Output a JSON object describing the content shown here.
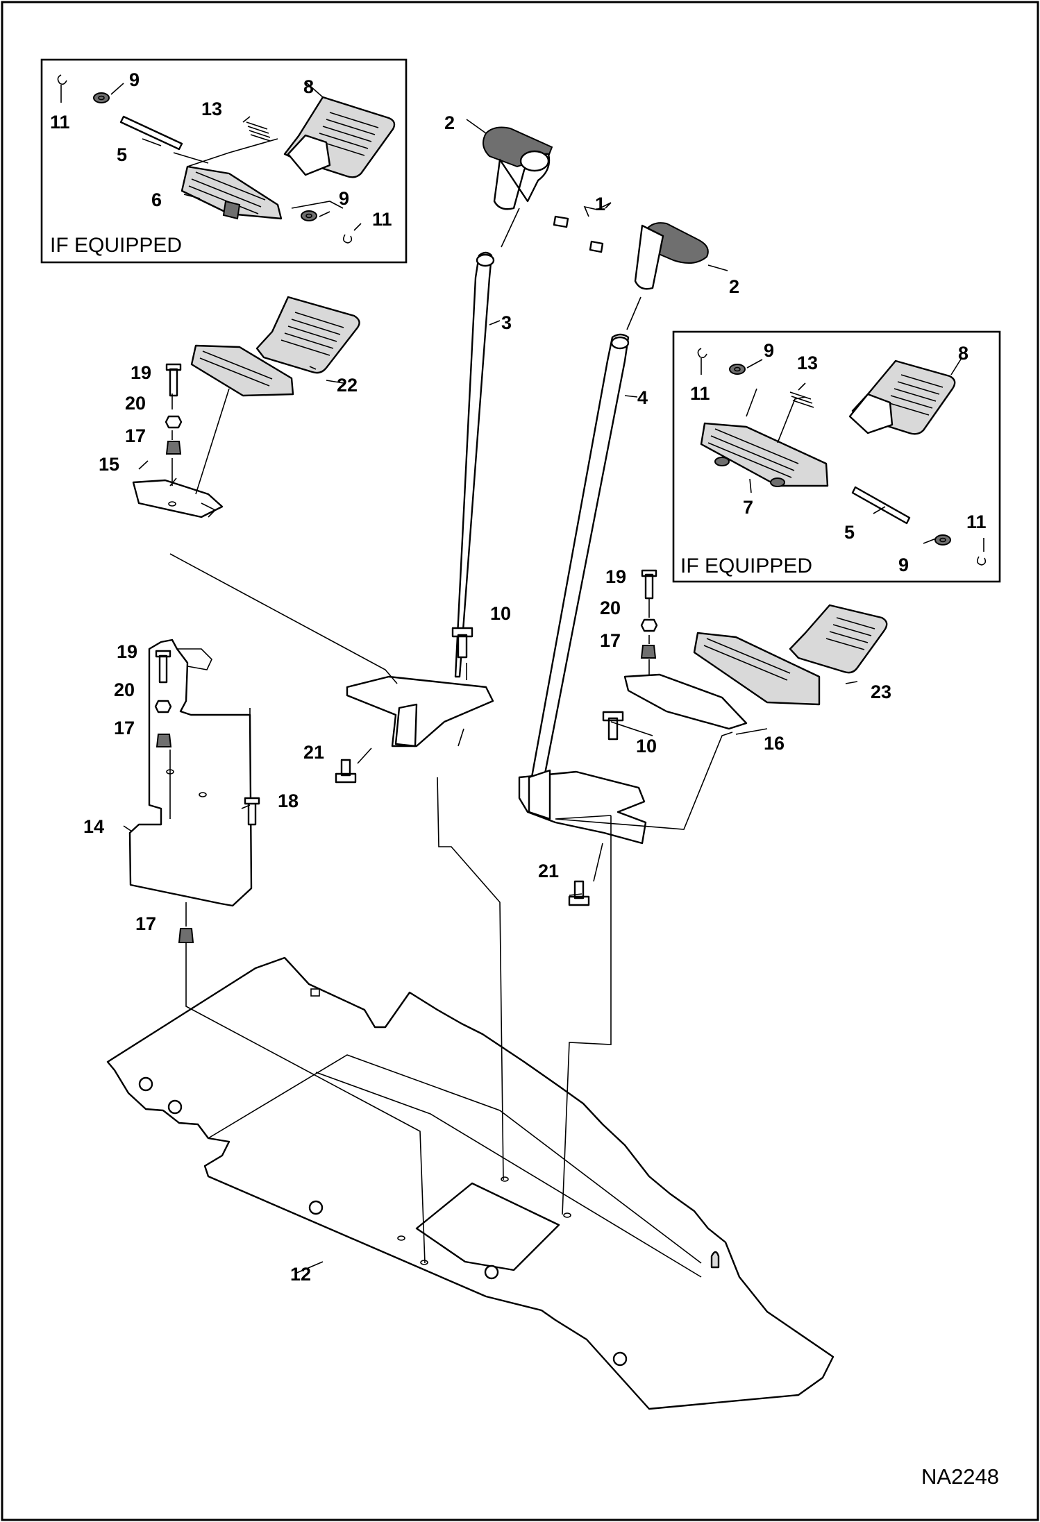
{
  "figure_id": "NA2248",
  "inset_label": "IF EQUIPPED",
  "callouts": {
    "n1": "1",
    "n2": "2",
    "n3": "3",
    "n4": "4",
    "n5": "5",
    "n6": "6",
    "n7": "7",
    "n8": "8",
    "n9": "9",
    "n10": "10",
    "n11": "11",
    "n12": "12",
    "n13": "13",
    "n14": "14",
    "n15": "15",
    "n16": "16",
    "n17": "17",
    "n18": "18",
    "n19": "19",
    "n20": "20",
    "n21": "21",
    "n22": "22",
    "n23": "23"
  },
  "colors": {
    "line": "#000000",
    "background": "#ffffff",
    "part_shade": "#d9d9d9",
    "handle_shade": "#6f6f6f"
  }
}
